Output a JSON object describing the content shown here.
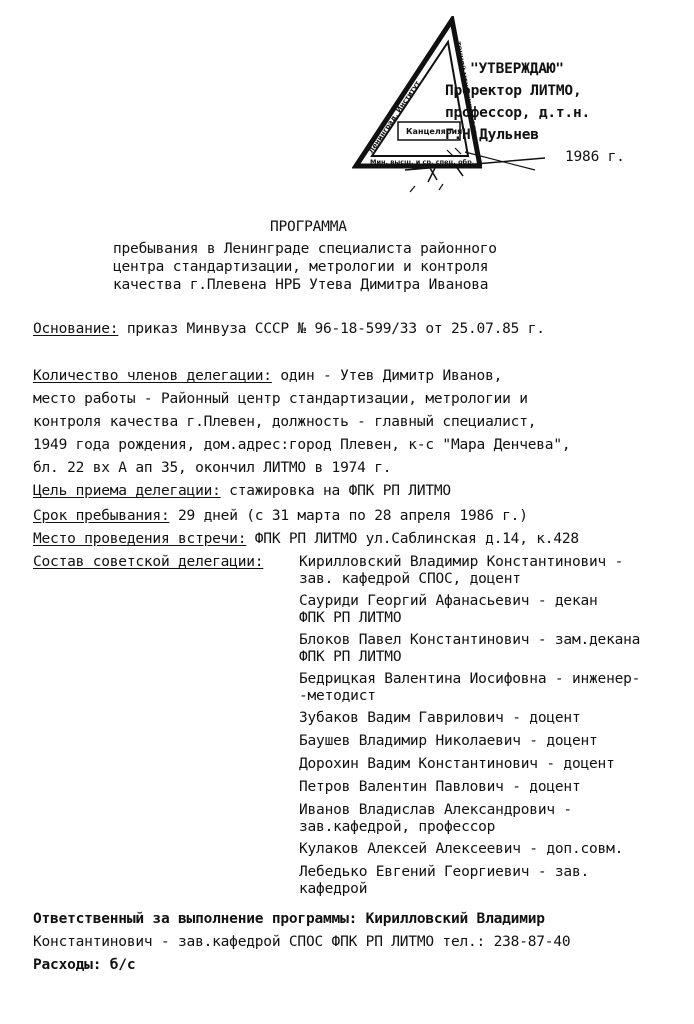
{
  "approval": {
    "title": "\"УТВЕРЖДАЮ\"",
    "line1": "Проректор ЛИТМО,",
    "line2": "профессор, д.т.н.",
    "line3": "Г.Н.Дульнев",
    "year": "1986 г."
  },
  "stamp": {
    "text_left": "Ленинград, Институт",
    "text_right": "ТОЧНОЙ МЕХАНИКИ И ОПТИКИ",
    "text_bottom": "Мин. высш. и ср. спец. обр.",
    "text_center": "Канцелярия"
  },
  "program": {
    "title": "ПРОГРАММА",
    "subtitle_lines": [
      "пребывания в Ленинграде специалиста районного",
      "центра стандартизации, метрологии и контроля",
      "качества г.Плевена НРБ Утева Димитра Иванова"
    ]
  },
  "basis": {
    "label": "Основание:",
    "text": " приказ Минвуза СССР № 96-18-599/33 от 25.07.85 г."
  },
  "delegation": {
    "label": "Количество членов делегации:",
    "first_line": " один - Утев Димитр Иванов,",
    "lines": [
      "место работы - Районный центр стандартизации, метрологии и",
      "контроля качества г.Плевен, должность - главный специалист,",
      "1949 года рождения, дом.адрес:город Плевен, к-с \"Мара Денчева\",",
      "бл. 22 вх  А ап 35, окончил ЛИТМО в 1974 г."
    ]
  },
  "purpose": {
    "label": "Цель приема делегации:",
    "text": " стажировка на ФПК РП ЛИТМО"
  },
  "stay": {
    "label": "Срок пребывания:",
    "text": " 29 дней (с 31 марта по 28 апреля 1986 г.)"
  },
  "venue": {
    "label": "Место проведения встречи:",
    "text": " ФПК РП ЛИТМО ул.Саблинская д.14, к.428"
  },
  "soviet": {
    "label": "Состав советской делегации:",
    "members": [
      "Кирилловский Владимир Константинович -",
      "зав. кафедрой СПОС, доцент",
      "Сауриди Георгий Афанасьевич - декан",
      "ФПК РП ЛИТМО",
      "Блоков Павел Константинович - зам.декана",
      "ФПК РП ЛИТМО",
      "Бедрицкая Валентина Иосифовна - инженер-",
      "-методист",
      "Зубаков Вадим Гаврилович - доцент",
      "Баушев Владимир Николаевич - доцент",
      "Дорохин Вадим Константинович - доцент",
      "Петров Валентин Павлович - доцент",
      "Иванов Владислав Александрович -",
      "зав.кафедрой, профессор",
      "Кулаков Алексей Алексеевич - доп.совм.",
      "Лебедько Евгений Георгиевич - зав.",
      "кафедрой"
    ]
  },
  "footer": {
    "line1": "Ответственный за выполнение программы: Кирилловский Владимир",
    "line2": "Константинович - зав.кафедрой СПОС ФПК РП ЛИТМО тел.: 238-87-40",
    "line3": "Расходы: б/с"
  },
  "colors": {
    "ink": "#111111",
    "paper": "#ffffff"
  }
}
